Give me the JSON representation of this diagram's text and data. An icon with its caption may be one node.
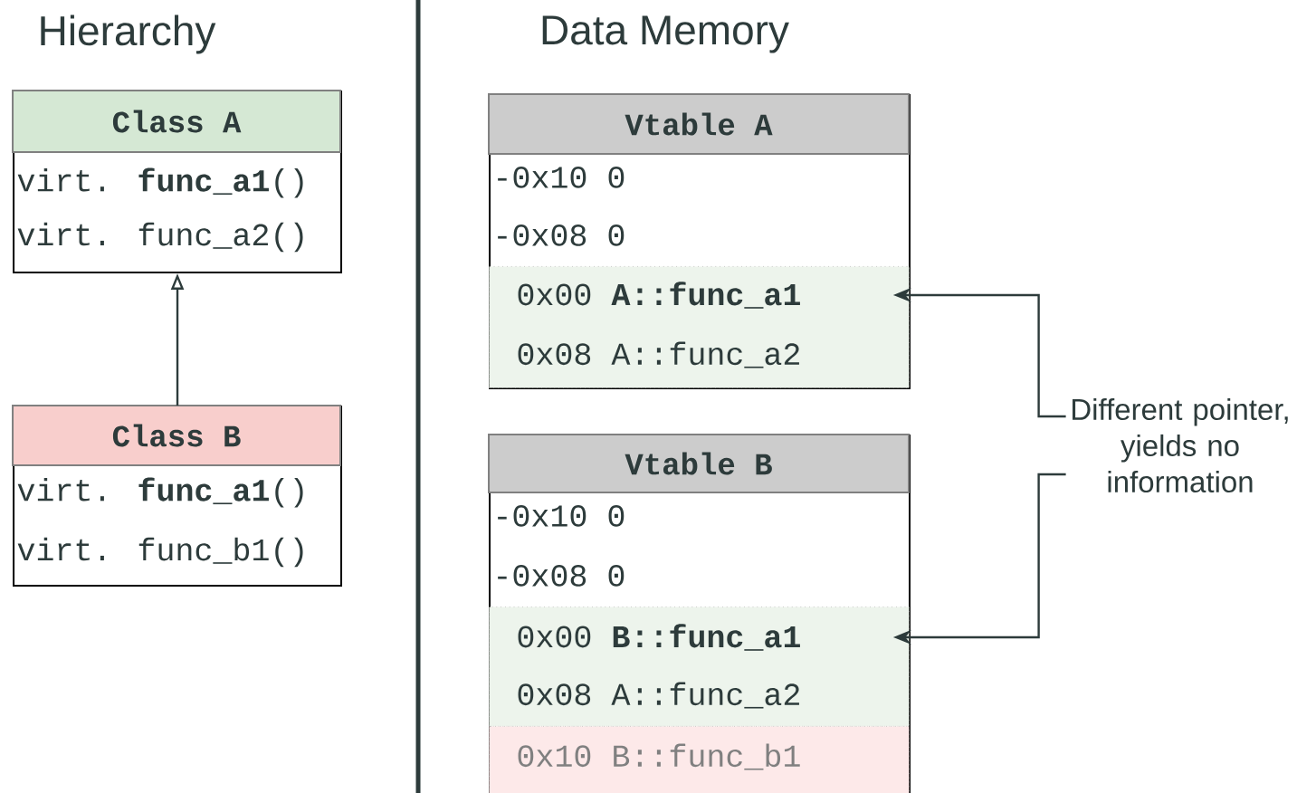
{
  "diagram": {
    "nodes": [
      {
        "text": [
          "Class A",
          "virt. **func_a1**()",
          "virt. func_a2()"
        ]
      },
      {
        "text": [
          "Class B",
          "virt. **func_a1**()",
          "virt. func_b1()"
        ]
      },
      {
        "text": [
          "Vtable A",
          "-0x10 0",
          "-0x08 0"
        ]
      },
      {
        "text": [
          "0x00 **A::func_a1**",
          "0x08 A::func_a2"
        ],
        "in": 2
      },
      {
        "text": [
          "Vtable B",
          "-0x10 0",
          "-0x08 0"
        ]
      },
      {
        "text": [
          "0x00 **B::func_a1**",
          "0x08 A::func_a2"
        ],
        "in": 4
      },
      {
        "text": [
          "0x10 B::func_b1"
        ],
        "in": 4
      },
      {
        "text": [
          "Different pointer, yields no information"
        ]
      }
    ],
    "edges": [
      {
        "from": 1,
        "to": 0,
        "arrow": "to"
      },
      {
        "from": 7,
        "to": 3,
        "arrow": "to"
      },
      {
        "from": 7,
        "to": 5,
        "arrow": "to"
      }
    ],
    "labels": [
      "Hierarchy",
      "Data Memory"
    ]
  }
}
